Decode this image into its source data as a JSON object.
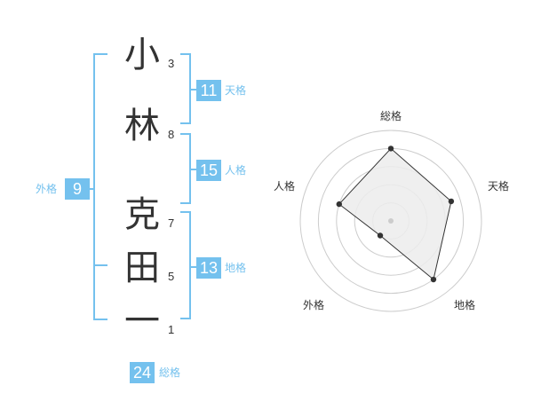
{
  "name": {
    "chars": [
      {
        "char": "小",
        "strokes": "3"
      },
      {
        "char": "林",
        "strokes": "8"
      },
      {
        "char": "克",
        "strokes": "7"
      },
      {
        "char": "田",
        "strokes": "5"
      },
      {
        "char": "一",
        "strokes": "1"
      }
    ]
  },
  "fortunes": {
    "tenkaku": {
      "value": "11",
      "label": "天格"
    },
    "jinkaku": {
      "value": "15",
      "label": "人格"
    },
    "chikaku": {
      "value": "13",
      "label": "地格"
    },
    "gaikaku": {
      "value": "9",
      "label": "外格"
    },
    "soukaku": {
      "value": "24",
      "label": "総格"
    }
  },
  "colors": {
    "accent": "#74c1ee",
    "text": "#333333",
    "radar_fill": "#ececec",
    "radar_ring": "#cccccc"
  },
  "chart_data": {
    "type": "radar",
    "axes": [
      "総格",
      "天格",
      "地格",
      "外格",
      "人格"
    ],
    "values": [
      0.8,
      0.7,
      0.8,
      0.2,
      0.6
    ],
    "rings": 5
  }
}
